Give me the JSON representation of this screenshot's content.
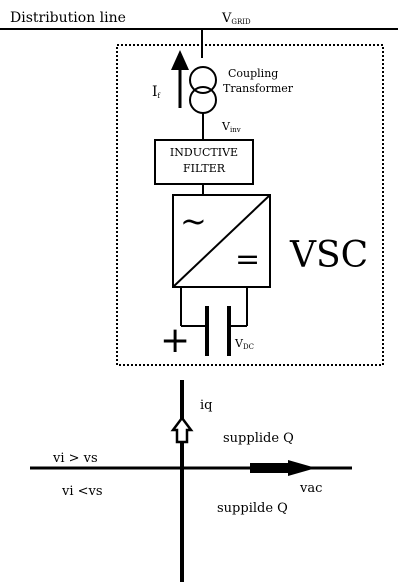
{
  "circuit": {
    "line_label": "Distribution line",
    "vgrid": {
      "main": "V",
      "sub": "GRID"
    },
    "current": {
      "main": "I",
      "sub": "f"
    },
    "transformer": [
      "Coupling",
      "Transformer"
    ],
    "vinv": {
      "main": "V",
      "sub": "inv"
    },
    "filter": [
      "INDUCTIVE",
      "FILTER"
    ],
    "converter_symbols": {
      "ac": "~",
      "dc": "="
    },
    "vsc_label": "VSC",
    "vdc": {
      "main": "V",
      "sub": "DC"
    },
    "plus": "+"
  },
  "quadrant": {
    "iq": "iq",
    "upper_right": "supplide Q",
    "upper_left": "vi > vs",
    "lower_left": "vi <vs",
    "vac": "vac",
    "lower_right": "suppilde Q"
  }
}
